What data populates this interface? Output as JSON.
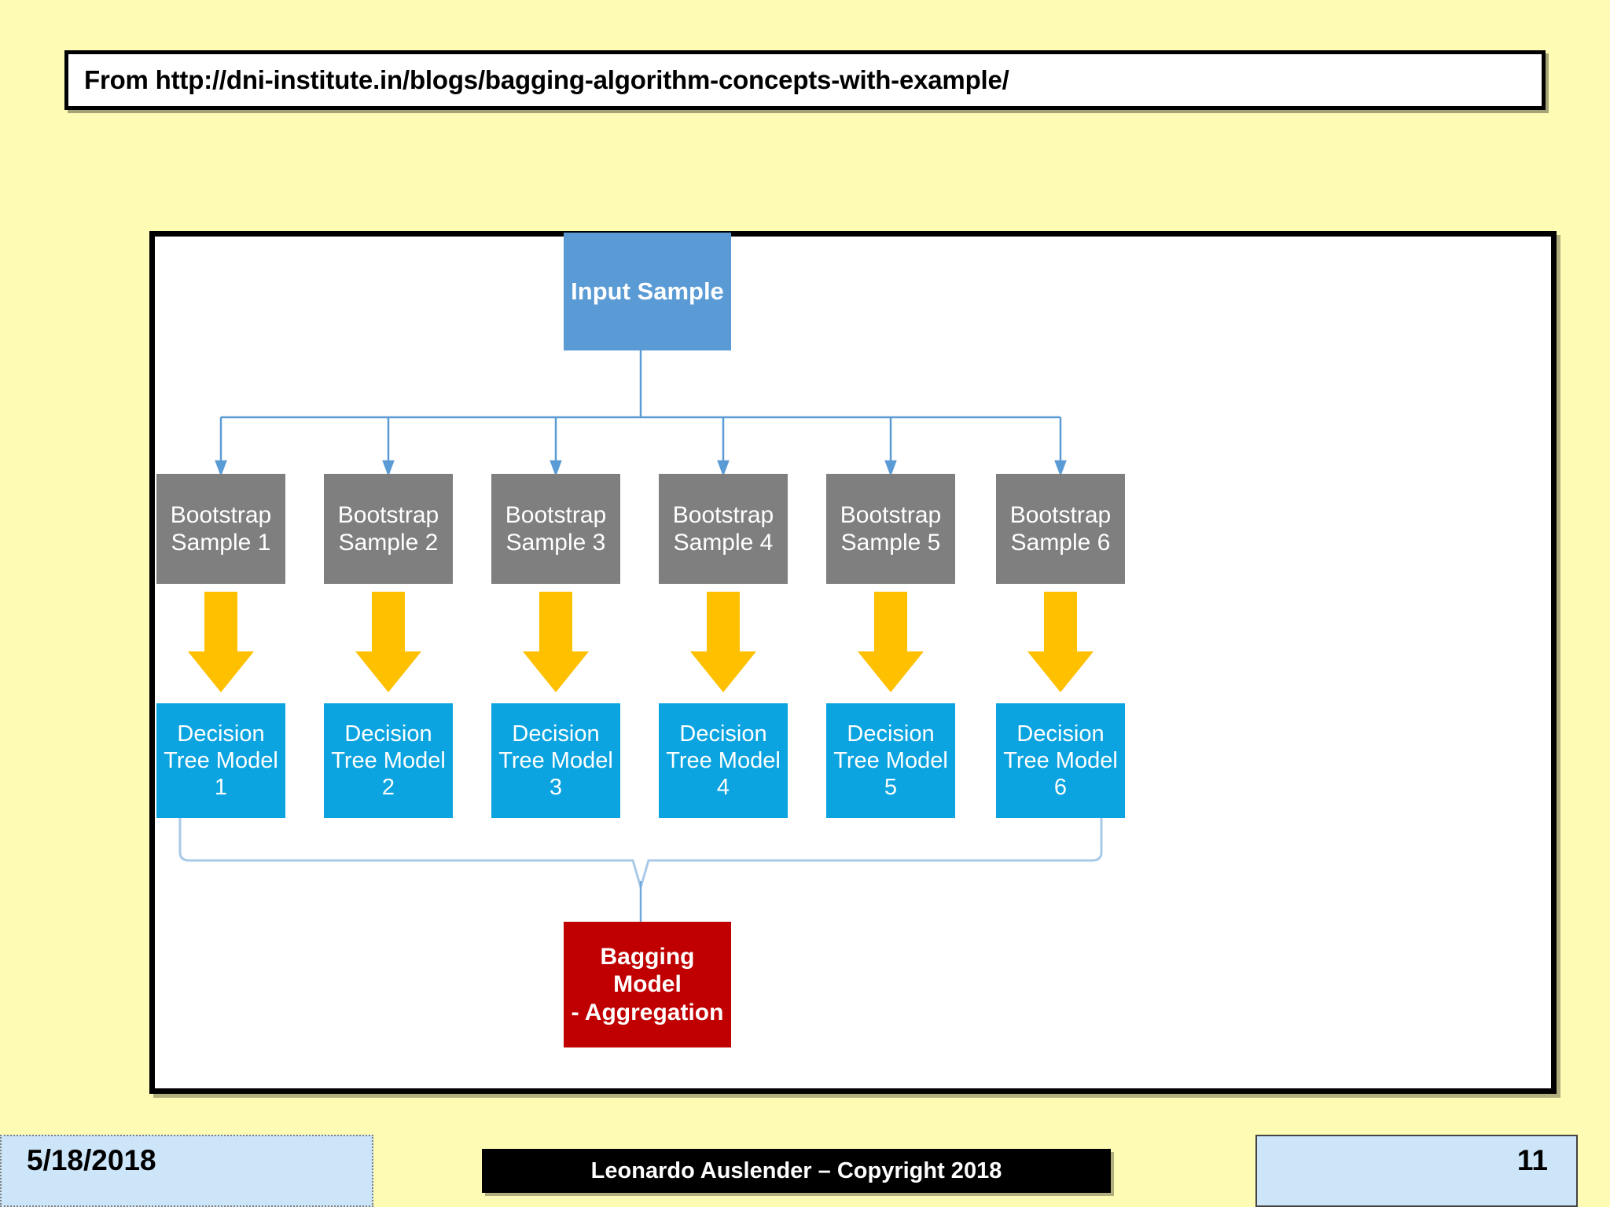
{
  "slide": {
    "background_color": "#FDFBB4",
    "source_note": {
      "text": "From http://dni-institute.in/blogs/bagging-algorithm-concepts-with-example/"
    }
  },
  "diagram": {
    "title": "Bagging algorithm flow",
    "colors": {
      "input": "#5B9BD5",
      "bootstrap": "#7F7F7F",
      "tree": "#0BA4E0",
      "bagging": "#C00000",
      "arrow": "#FFC000",
      "connector": "#5B9BD5"
    },
    "input_node": {
      "label": "Input Sample"
    },
    "bootstrap_nodes": [
      {
        "line1": "Bootstrap",
        "line2": "Sample 1"
      },
      {
        "line1": "Bootstrap",
        "line2": "Sample 2"
      },
      {
        "line1": "Bootstrap",
        "line2": "Sample 3"
      },
      {
        "line1": "Bootstrap",
        "line2": "Sample 4"
      },
      {
        "line1": "Bootstrap",
        "line2": "Sample 5"
      },
      {
        "line1": "Bootstrap",
        "line2": "Sample 6"
      }
    ],
    "tree_nodes": [
      {
        "line1": "Decision",
        "line2": "Tree Model",
        "line3": "1"
      },
      {
        "line1": "Decision",
        "line2": "Tree Model",
        "line3": "2"
      },
      {
        "line1": "Decision",
        "line2": "Tree Model",
        "line3": "3"
      },
      {
        "line1": "Decision",
        "line2": "Tree Model",
        "line3": "4"
      },
      {
        "line1": "Decision",
        "line2": "Tree Model",
        "line3": "5"
      },
      {
        "line1": "Decision",
        "line2": "Tree Model",
        "line3": "6"
      }
    ],
    "arrows": [
      {
        "name": "down-arrow-1"
      },
      {
        "name": "down-arrow-2"
      },
      {
        "name": "down-arrow-3"
      },
      {
        "name": "down-arrow-4"
      },
      {
        "name": "down-arrow-5"
      },
      {
        "name": "down-arrow-6"
      }
    ],
    "bagging_node": {
      "line1": "Bagging Model",
      "line2": "- Aggregation"
    }
  },
  "footer": {
    "date": "5/18/2018",
    "copyright": "Leonardo Auslender – Copyright 2018",
    "page_number": "11"
  }
}
